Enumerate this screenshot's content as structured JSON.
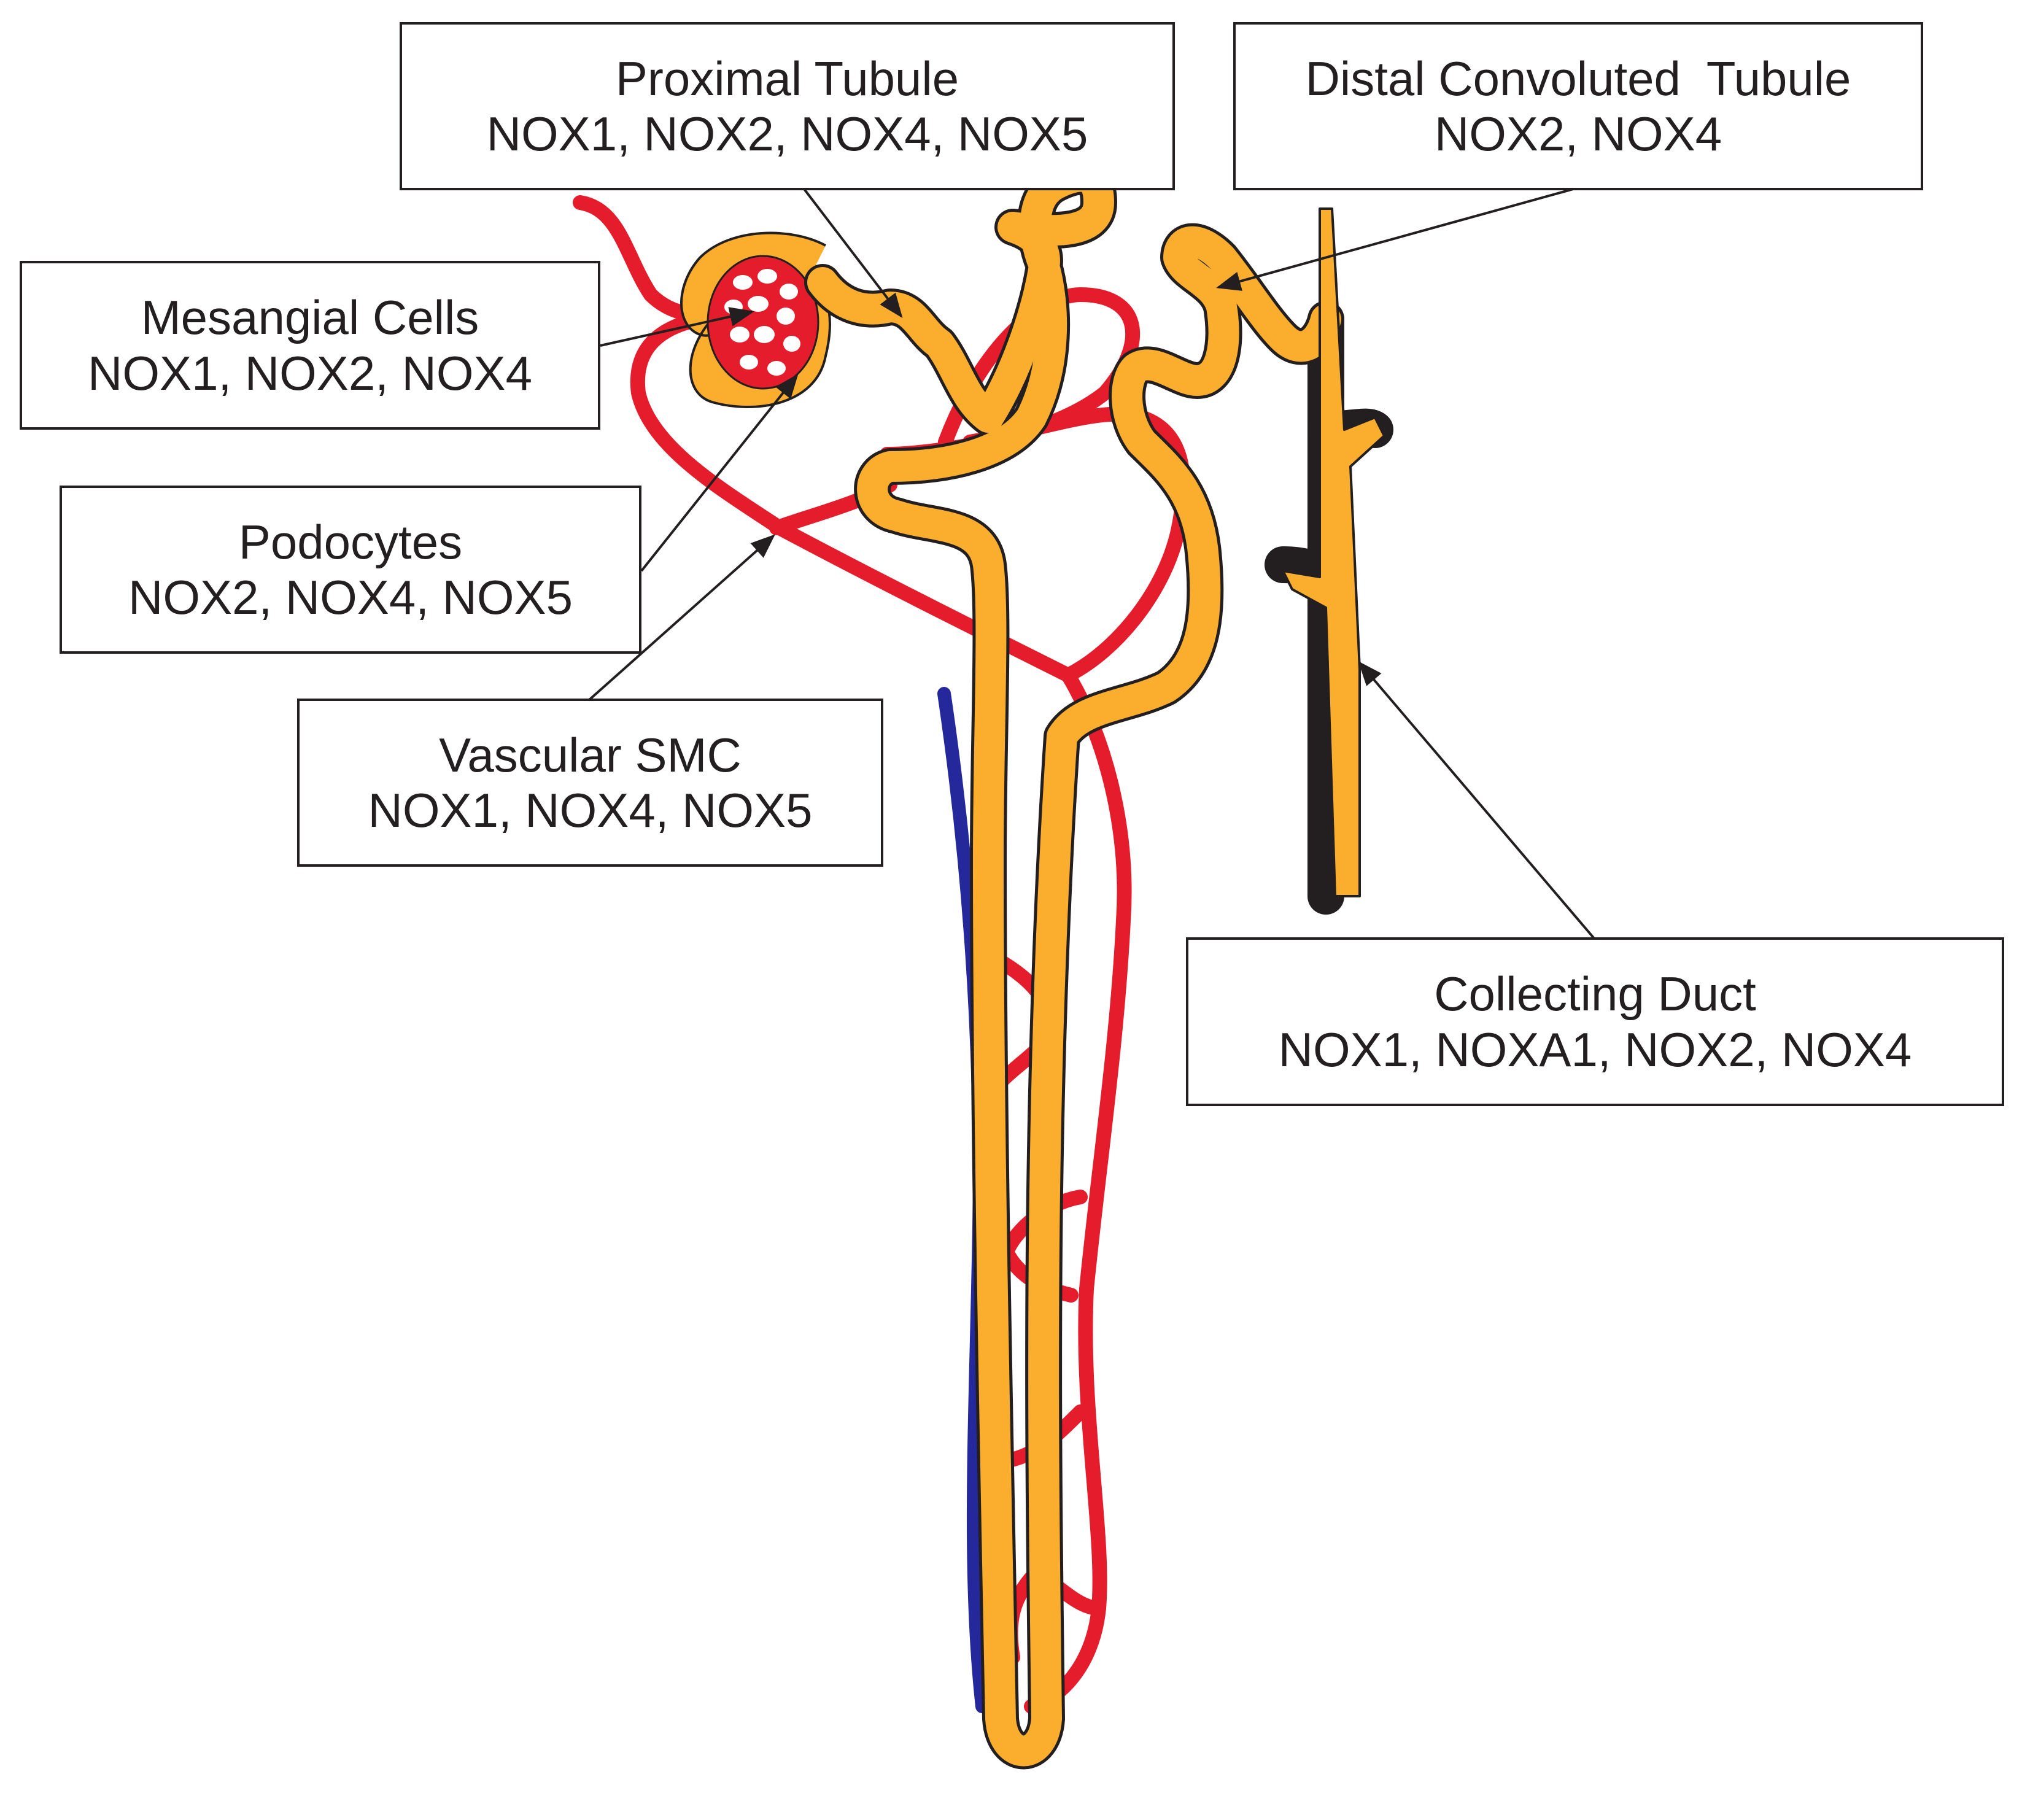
{
  "colors": {
    "tubule_fill": "#fbad2d",
    "artery": "#e51c2b",
    "vein": "#24289a",
    "outline": "#231f20",
    "background": "#ffffff"
  },
  "labels": {
    "proximal_tubule": {
      "name": "Proximal Tubule",
      "nox": "NOX1, NOX2, NOX4, NOX5"
    },
    "distal_convoluted_tubule": {
      "name": "Distal Convoluted  Tubule",
      "nox": "NOX2, NOX4"
    },
    "mesangial_cells": {
      "name": "Mesangial Cells",
      "nox": "NOX1, NOX2, NOX4"
    },
    "podocytes": {
      "name": "Podocytes",
      "nox": "NOX2, NOX4, NOX5"
    },
    "vascular_smc": {
      "name": "Vascular SMC",
      "nox": "NOX1, NOX4, NOX5"
    },
    "collecting_duct": {
      "name": "Collecting Duct",
      "nox": "NOX1, NOXA1, NOX2, NOX4"
    }
  }
}
